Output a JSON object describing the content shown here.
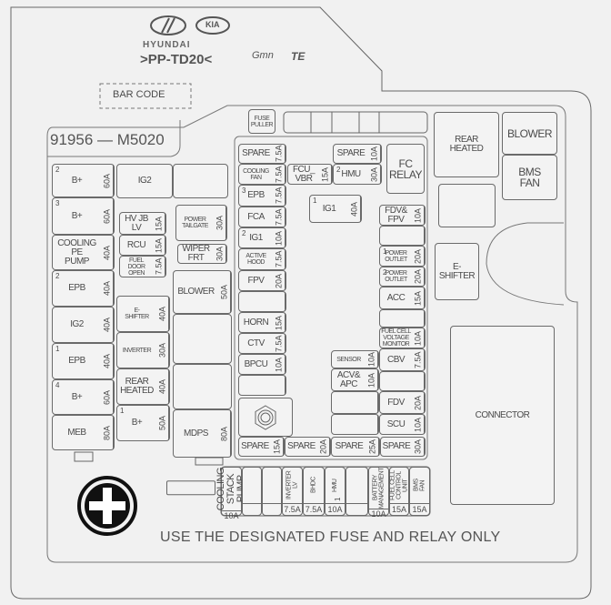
{
  "header": {
    "brand_hyundai": "HYUNDAI",
    "brand_kia": "KIA",
    "model_code": ">PP-TD20<",
    "maker1": "Gmn",
    "maker2": "TE",
    "barcode": "BAR CODE",
    "part_number": "91956 — M5020"
  },
  "fuses": [
    {
      "label": "B+",
      "sup": "2",
      "amp": "60A"
    },
    {
      "label": "B+",
      "sup": "3",
      "amp": "60A"
    },
    {
      "label": "COOLING\nPE\nPUMP",
      "amp": "40A"
    },
    {
      "label": "EPB",
      "sup": "2",
      "amp": "40A"
    },
    {
      "label": "IG2",
      "amp": "40A"
    },
    {
      "label": "EPB",
      "sup": "1",
      "amp": "40A"
    },
    {
      "label": "B+",
      "sup": "4",
      "amp": "60A"
    },
    {
      "label": "MEB",
      "amp": "80A"
    },
    {
      "label": "IG2"
    },
    {
      "label": ""
    },
    {
      "label": "HV JB\nLV",
      "amp": "15A"
    },
    {
      "label": "RCU",
      "amp": "15A"
    },
    {
      "label": "FUEL\nDOOR\nOPEN",
      "amp": "7.5A"
    },
    {
      "label": "POWER\nTAILGATE",
      "amp": "30A"
    },
    {
      "label": "WIPER\nFRT",
      "amp": "30A"
    },
    {
      "label": "E-\nSHIFTER",
      "amp": "40A"
    },
    {
      "label": "INVERTER",
      "amp": "30A"
    },
    {
      "label": "REAR\nHEATED",
      "amp": "40A"
    },
    {
      "label": "B+",
      "sup": "1",
      "amp": "50A"
    },
    {
      "label": "BLOWER",
      "amp": "50A"
    },
    {
      "label": ""
    },
    {
      "label": ""
    },
    {
      "label": "MDPS",
      "amp": "80A"
    },
    {
      "label": "SPARE",
      "amp": "7.5A"
    },
    {
      "label": "COOLING\nFAN",
      "amp": "7.5A"
    },
    {
      "label": "EPB",
      "sup": "3",
      "amp": "7.5A"
    },
    {
      "label": "FCA",
      "amp": "7.5A"
    },
    {
      "label": "IG1",
      "sup": "2",
      "amp": "10A"
    },
    {
      "label": "ACTIVE\nHOOD",
      "amp": "7.5A"
    },
    {
      "label": "FPV",
      "amp": "20A"
    },
    {
      "label": "",
      "amp": ""
    },
    {
      "label": "HORN",
      "amp": "15A"
    },
    {
      "label": "CTV",
      "amp": "7.5A"
    },
    {
      "label": "BPCU",
      "amp": "10A"
    },
    {
      "label": "",
      "amp": ""
    },
    {
      "label": "SPARE",
      "amp": "15A"
    },
    {
      "label": "SPARE",
      "amp": "20A"
    },
    {
      "label": "SPARE",
      "amp": "25A"
    },
    {
      "label": "SPARE",
      "amp": "30A"
    },
    {
      "label": "FCU_\nVBR",
      "amp": "15A"
    },
    {
      "label": "HMU",
      "sup": "2",
      "amp": "30A"
    },
    {
      "label": "SPARE",
      "amp": "10A"
    },
    {
      "label": "FC\nRELAY"
    },
    {
      "label": "IG1",
      "sup": "1",
      "amp": "40A"
    },
    {
      "label": "FDV&\nFPV",
      "amp": "10A"
    },
    {
      "label": "",
      "amp": ""
    },
    {
      "label": "POWER\nOUTLET",
      "sup": "1",
      "amp": "20A"
    },
    {
      "label": "POWER\nOUTLET",
      "sup": "2",
      "amp": "20A"
    },
    {
      "label": "ACC",
      "amp": "15A"
    },
    {
      "label": "",
      "amp": ""
    },
    {
      "label": "FUEL CELL\nVOLTAGE\nMONITOR",
      "amp": "10A"
    },
    {
      "label": "CBV",
      "amp": "7.5A"
    },
    {
      "label": "",
      "amp": ""
    },
    {
      "label": "FDV",
      "amp": "20A"
    },
    {
      "label": "SCU",
      "amp": "10A"
    },
    {
      "label": "SENSOR",
      "amp": "10A"
    },
    {
      "label": "ACV&\nAPC",
      "amp": "10A"
    },
    {
      "label": "",
      "amp": ""
    },
    {
      "label": "",
      "amp": ""
    },
    {
      "label": "FUSE\nPULLER"
    },
    {
      "label": "REAR\nHEATED"
    },
    {
      "label": "BLOWER"
    },
    {
      "label": "BMS\nFAN"
    },
    {
      "label": ""
    },
    {
      "label": "E-\nSHIFTER"
    },
    {
      "label": "CONNECTOR"
    },
    {
      "label": "COOLING\nSTACK\nPUMP",
      "amp": "10A"
    },
    {
      "label": "",
      "amp": ""
    },
    {
      "label": "",
      "amp": ""
    },
    {
      "label": "INVERTER\nLV",
      "amp": "7.5A"
    },
    {
      "label": "BHDC",
      "amp": "7.5A"
    },
    {
      "label": "HMU",
      "sup": "1",
      "amp": "10A"
    },
    {
      "label": "",
      "amp": ""
    },
    {
      "label": "BATTERY\nMANAGEMENT",
      "amp": "10A"
    },
    {
      "label": "FUEL CELL\nCONTROL\nUNIT",
      "amp": "15A"
    },
    {
      "label": "BMS\nFAN",
      "amp": "15A"
    }
  ],
  "footer": "USE THE DESIGNATED FUSE AND RELAY ONLY"
}
